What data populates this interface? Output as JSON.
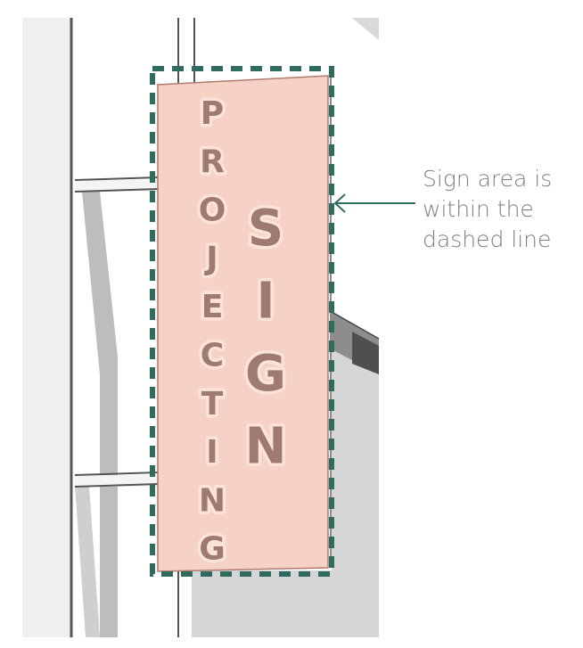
{
  "sign": {
    "word_vertical_left": "PROJECTING",
    "word_vertical_right": "SIGN"
  },
  "annotation": {
    "lines": [
      "Sign area is",
      "within the",
      "dashed line"
    ]
  },
  "colors": {
    "sign_fill": "#f5d2c5",
    "letter_fill": "#9e7a70",
    "letter_halo": "#fbe3da",
    "dashed_outline": "#2f6b5f",
    "arrow": "#2f6b5f",
    "annotation_text": "#7f7f7f",
    "building_panel": "#d6d6d6",
    "building_edge": "#606060",
    "wall_light": "#efefef"
  }
}
